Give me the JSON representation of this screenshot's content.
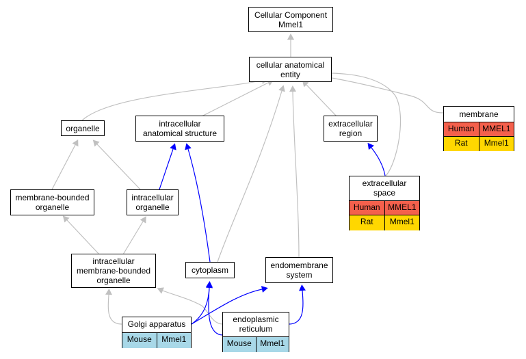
{
  "colors": {
    "human": "#f4604c",
    "rat": "#ffd700",
    "mouse": "#a8d8e8",
    "edge_gray": "#c0c0c0",
    "edge_blue": "#0000ff"
  },
  "nodes": {
    "root": {
      "label": "Cellular Component\nMmel1"
    },
    "cae": {
      "label": "cellular anatomical\nentity"
    },
    "organelle": {
      "label": "organelle"
    },
    "ias": {
      "label": "intracellular\nanatomical structure"
    },
    "er": {
      "label": "extracellular\nregion"
    },
    "membrane": {
      "label": "membrane",
      "rows": [
        [
          "Human",
          "MMEL1"
        ],
        [
          "Rat",
          "Mmel1"
        ]
      ]
    },
    "mbo": {
      "label": "membrane-bounded\norganelle"
    },
    "io": {
      "label": "intracellular\norganelle"
    },
    "es": {
      "label": "extracellular\nspace",
      "rows": [
        [
          "Human",
          "MMEL1"
        ],
        [
          "Rat",
          "Mmel1"
        ]
      ]
    },
    "imbo": {
      "label": "intracellular\nmembrane-bounded\norganelle"
    },
    "cyto": {
      "label": "cytoplasm"
    },
    "endo": {
      "label": "endomembrane\nsystem"
    },
    "golgi": {
      "label": "Golgi apparatus",
      "rows": [
        [
          "Mouse",
          "Mmel1"
        ]
      ]
    },
    "ret": {
      "label": "endoplasmic\nreticulum",
      "rows": [
        [
          "Mouse",
          "Mmel1"
        ]
      ]
    }
  }
}
